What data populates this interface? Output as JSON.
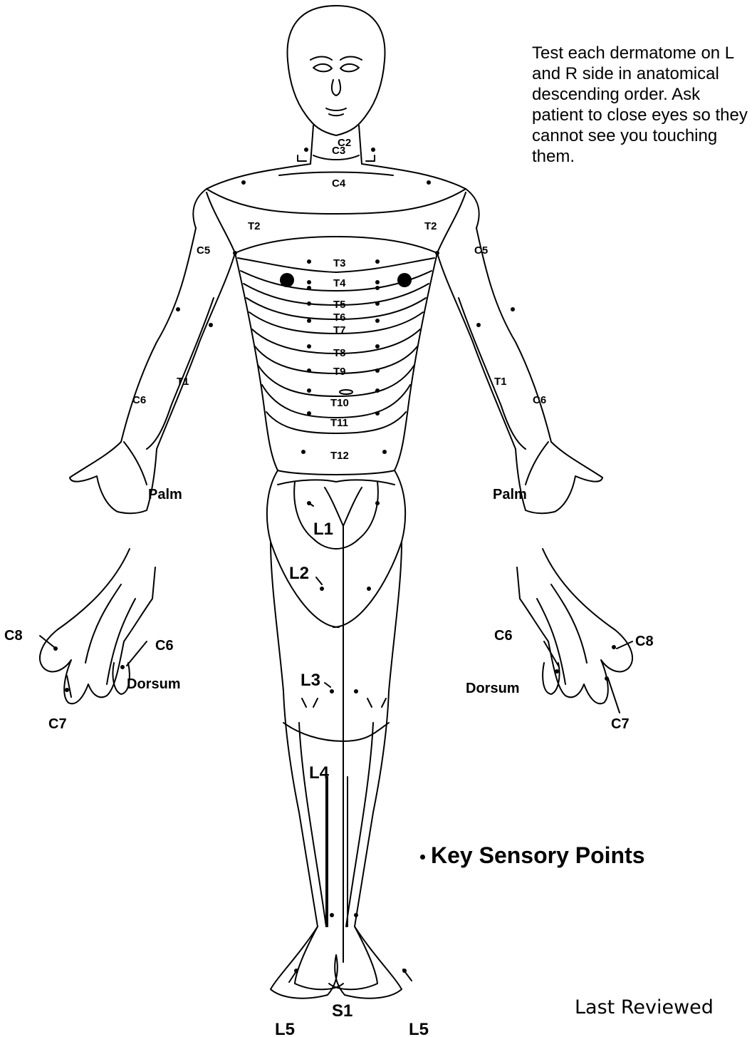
{
  "instructions": {
    "lines": [
      "Test each dermatome on L",
      "and R side in anatomical",
      "descending order. Ask",
      "patient to close eyes so they",
      "cannot see you touching",
      "them."
    ]
  },
  "legend": {
    "label": "Key Sensory Points"
  },
  "footer": {
    "reviewed": "Last Reviewed"
  },
  "diagram": {
    "neck": {
      "c2": "C2",
      "c3": "C3"
    },
    "chest": {
      "c4": "C4",
      "t2_left": "T2",
      "t2_right": "T2",
      "t3": "T3",
      "t4": "T4",
      "t5": "T5",
      "t6": "T6",
      "t7": "T7",
      "t8": "T8",
      "t9": "T9",
      "t10": "T10",
      "t11": "T11",
      "t12": "T12"
    },
    "arms": {
      "c5_left": "C5",
      "c5_right": "C5",
      "c6_left": "C6",
      "c6_right": "C6",
      "t1_left": "T1",
      "t1_right": "T1",
      "palm_left": "Palm",
      "palm_right": "Palm"
    },
    "hands": {
      "c8_left": "C8",
      "c6_left": "C6",
      "dorsum_left": "Dorsum",
      "c7_left": "C7",
      "c6_right": "C6",
      "c8_right": "C8",
      "dorsum_right": "Dorsum",
      "c7_right": "C7"
    },
    "legs": {
      "l1": "L1",
      "l2": "L2",
      "l3": "L3",
      "l4": "L4",
      "s1": "S1",
      "l5_left": "L5",
      "l5_right": "L5"
    }
  }
}
